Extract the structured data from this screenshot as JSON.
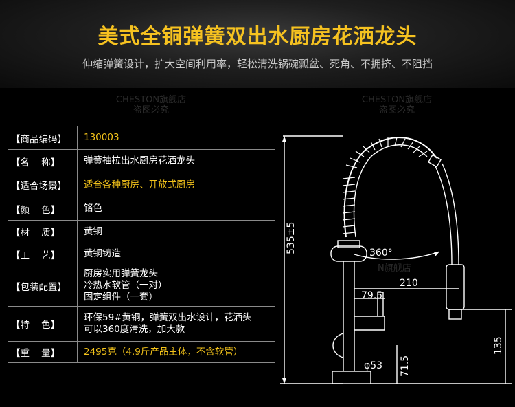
{
  "header": {
    "title": "美式全铜弹簧双出水厨房花洒龙头",
    "subtitle": "伸缩弹簧设计，扩大空间利用率，轻松清洗锅碗瓢盆、死角、不拥挤、不阻挡"
  },
  "watermarks": {
    "left_brand": "CHESTON旗舰店",
    "left_tag": "盗图必究",
    "right_brand": "CHESTON旗舰店",
    "right_tag": "盗图必究",
    "mid_brand": "N旗舰店"
  },
  "specs": [
    {
      "key": "【商品编码】",
      "lines": [
        "130003"
      ],
      "highlight": true
    },
    {
      "key": "【名    称】",
      "lines": [
        "弹簧抽拉出水厨房花洒龙头"
      ],
      "highlight": false
    },
    {
      "key": "【适合场景】",
      "lines": [
        "适合各种厨房、开放式厨房"
      ],
      "highlight": true
    },
    {
      "key": "【颜    色】",
      "lines": [
        "铬色"
      ],
      "highlight": false
    },
    {
      "key": "【材    质】",
      "lines": [
        "黄铜"
      ],
      "highlight": false
    },
    {
      "key": "【工    艺】",
      "lines": [
        "黄铜铸造"
      ],
      "highlight": false
    },
    {
      "key": "【包装配置】",
      "lines": [
        "厨房实用弹簧龙头",
        "冷热水软管（一对）",
        "固定组件（一套）"
      ],
      "highlight": false
    },
    {
      "key": "【特    色】",
      "lines": [
        "环保59#黄铜，弹簧双出水设计，花洒头",
        "可以360度清洗，加大款"
      ],
      "highlight": false
    },
    {
      "key": "【重    量】",
      "lines": [
        "2495克（4.9斤产品主体，不含软管）"
      ],
      "highlight": true
    }
  ],
  "dimensions": {
    "height": "535±5",
    "rotation": "360°",
    "reach": "210",
    "spout_offset": "79.5",
    "base_diameter": "φ53",
    "base_height": "71.5",
    "head_height": "135"
  },
  "colors": {
    "accent": "#f6c220",
    "background": "#000000",
    "table_border": "#8a8a8a"
  }
}
